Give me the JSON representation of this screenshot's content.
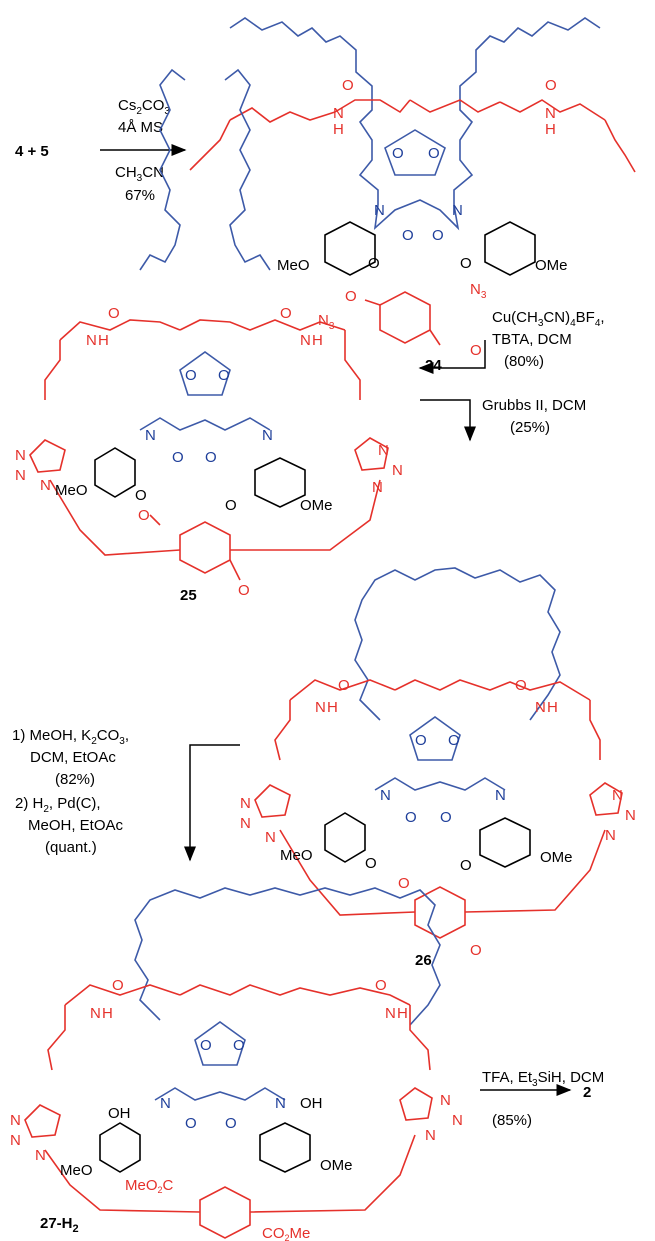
{
  "colors": {
    "red": "#e5312b",
    "blue": "#3d5aa8",
    "black": "#000000"
  },
  "steps": [
    {
      "id": "step1",
      "reactants": "4 + 5",
      "reagents": [
        "Cs2CO3",
        "4Å MS",
        "CH3CN"
      ],
      "yield": "67%",
      "product": "24"
    },
    {
      "id": "step2",
      "reagents": [
        "Cu(CH3CN)4BF4,",
        "TBTA, DCM"
      ],
      "yield": "(80%)",
      "product": "25"
    },
    {
      "id": "step3",
      "reagents": [
        "Grubbs II, DCM"
      ],
      "yield": "(25%)",
      "product": "26"
    },
    {
      "id": "step4",
      "reagents": [
        "1) MeOH, K2CO3,",
        "DCM, EtOAc",
        "(82%)",
        "2) H2, Pd(C),",
        "MeOH, EtOAc",
        "(quant.)"
      ],
      "product": "27-H2"
    },
    {
      "id": "step5",
      "reagents": [
        "TFA, Et3SiH, DCM"
      ],
      "yield": "(85%)",
      "product": "2"
    }
  ],
  "labels": {
    "amide_o": "O",
    "amide_h": "H",
    "amide_n": "N",
    "ketal_o": "O",
    "ring_n": "N",
    "meo": "MeO",
    "ome": "OMe",
    "oh": "OH",
    "ester_o": "O",
    "azide": "N3",
    "co2me": "CO2Me",
    "meo2c": "MeO2C"
  }
}
